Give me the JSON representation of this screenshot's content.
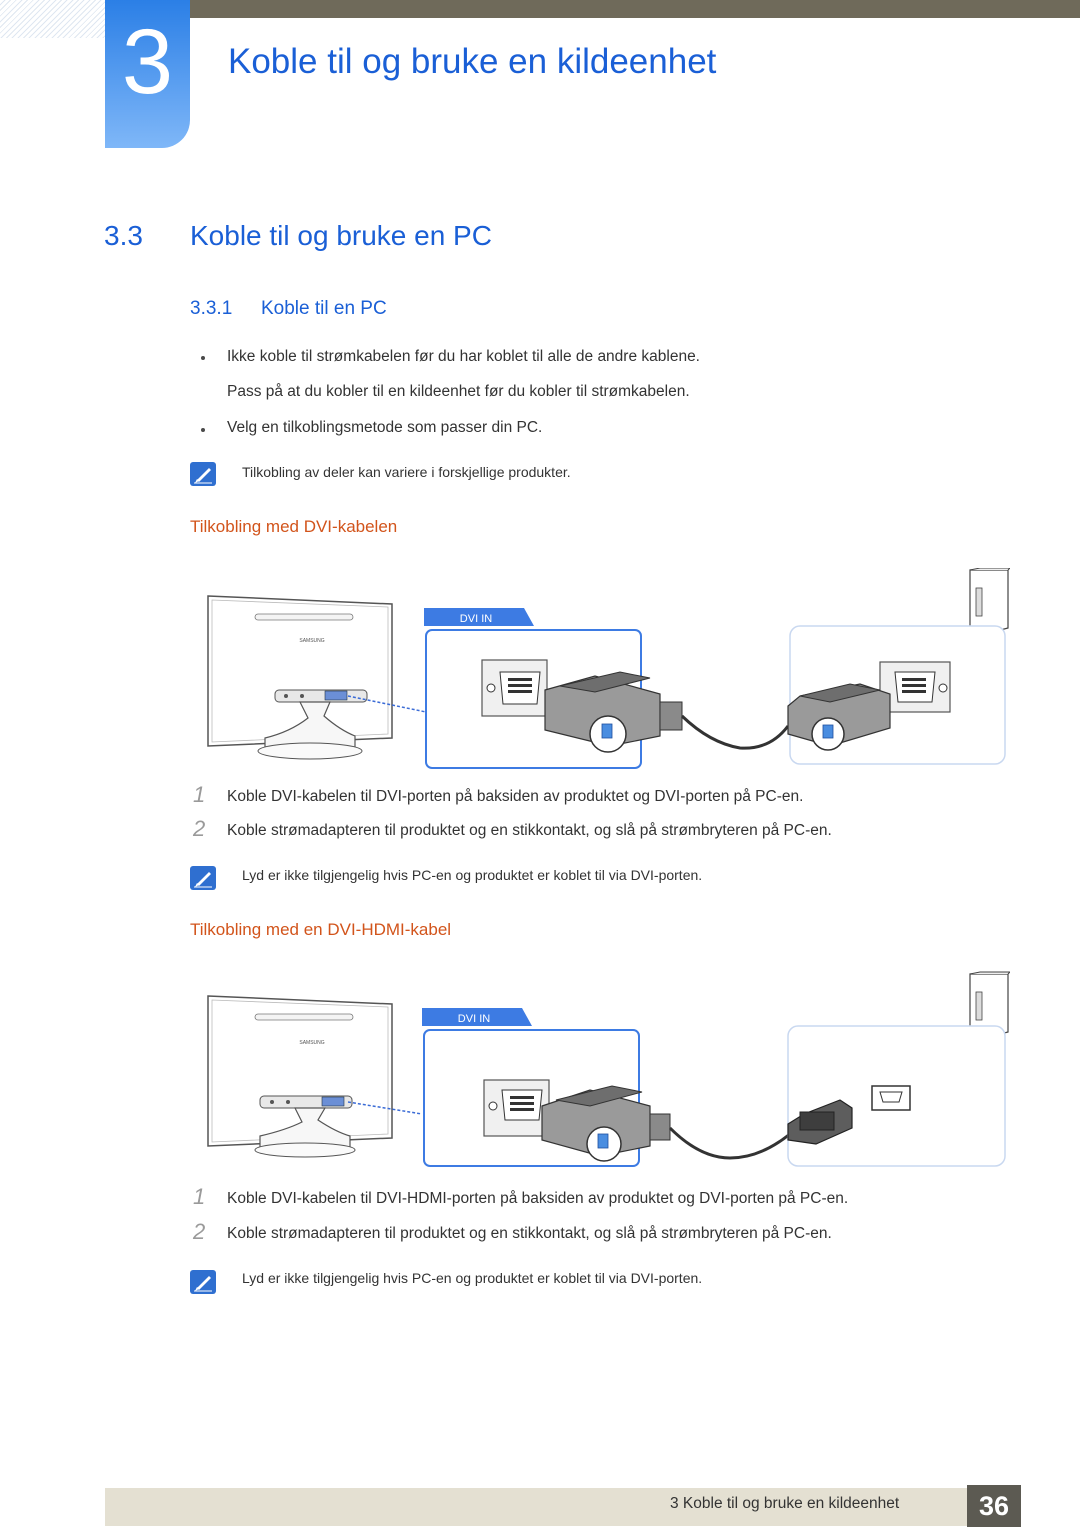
{
  "header": {
    "chapter_number": "3",
    "chapter_title": "Koble til og bruke en kildeenhet"
  },
  "section": {
    "number": "3.3",
    "title": "Koble til og bruke en PC"
  },
  "subsection": {
    "number": "3.3.1",
    "title": "Koble til en PC"
  },
  "bullets": [
    "Ikke koble til strømkabelen før du har koblet til alle de andre kablene.",
    "Pass på at du kobler til en kildeenhet før du kobler til strømkabelen.",
    "Velg en tilkoblingsmetode som passer din PC."
  ],
  "note_intro": "Tilkobling av deler kan variere i forskjellige produkter.",
  "dvi": {
    "heading": "Tilkobling med DVI-kabelen",
    "port_label": "DVI IN",
    "brand": "SAMSUNG",
    "steps": [
      {
        "num": "1",
        "text": "Koble DVI-kabelen til DVI-porten på baksiden av produktet og DVI-porten på PC-en."
      },
      {
        "num": "2",
        "text": "Koble strømadapteren til produktet og en stikkontakt, og slå på strømbryteren på PC-en."
      }
    ],
    "note": "Lyd er ikke tilgjengelig hvis PC-en og produktet er koblet til via DVI-porten."
  },
  "hdmi": {
    "heading": "Tilkobling med en DVI-HDMI-kabel",
    "port_label": "DVI IN",
    "brand": "SAMSUNG",
    "steps": [
      {
        "num": "1",
        "text": "Koble DVI-kabelen til DVI-HDMI-porten på baksiden av produktet og DVI-porten på PC-en."
      },
      {
        "num": "2",
        "text": "Koble strømadapteren til produktet og en stikkontakt, og slå på strømbryteren på PC-en."
      }
    ],
    "note": "Lyd er ikke tilgjengelig hvis PC-en og produktet er koblet til via DVI-porten."
  },
  "footer": {
    "text": "3 Koble til og bruke en kildeenhet",
    "page": "36"
  },
  "colors": {
    "heading_blue": "#1a5fd6",
    "subheading_orange": "#d2541b",
    "top_bar": "#6f6a5a",
    "page_box": "#5c5a52"
  }
}
